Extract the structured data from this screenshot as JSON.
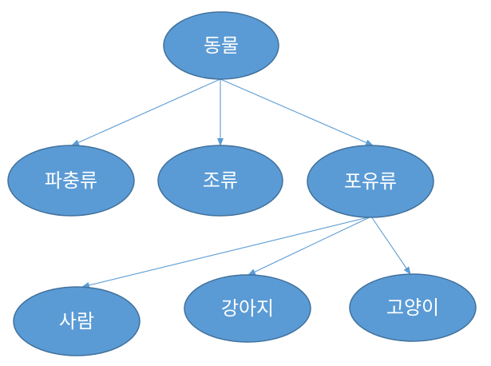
{
  "colors": {
    "node_fill": "#5b9bd5",
    "node_stroke": "#41719c",
    "edge": "#5b9bd5",
    "text": "#ffffff"
  },
  "nodes": [
    {
      "id": "animal",
      "label": "동물"
    },
    {
      "id": "reptile",
      "label": "파충류"
    },
    {
      "id": "bird",
      "label": "조류"
    },
    {
      "id": "mammal",
      "label": "포유류"
    },
    {
      "id": "human",
      "label": "사람"
    },
    {
      "id": "dog",
      "label": "강아지"
    },
    {
      "id": "cat",
      "label": "고양이"
    }
  ],
  "edges": [
    {
      "from": "animal",
      "to": "reptile"
    },
    {
      "from": "animal",
      "to": "bird"
    },
    {
      "from": "animal",
      "to": "mammal"
    },
    {
      "from": "mammal",
      "to": "human"
    },
    {
      "from": "mammal",
      "to": "dog"
    },
    {
      "from": "mammal",
      "to": "cat"
    }
  ]
}
